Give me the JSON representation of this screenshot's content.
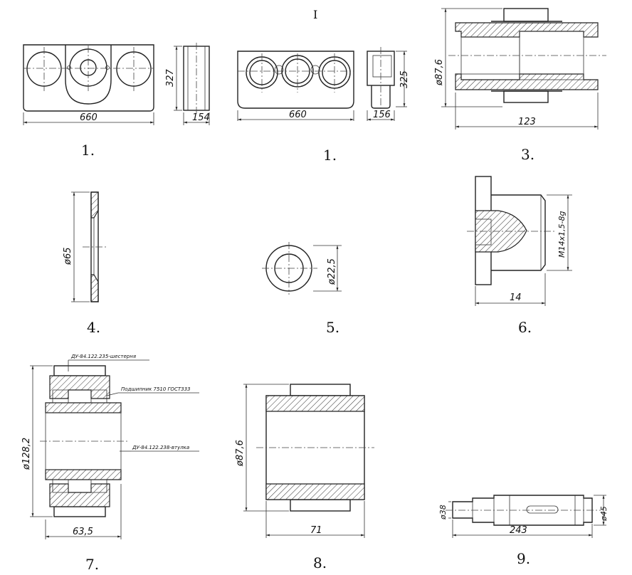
{
  "sheet_mark": "I",
  "figures": [
    {
      "caption": "1.",
      "dims": [
        "660",
        "327",
        "154"
      ]
    },
    {
      "caption": "1.",
      "dims": [
        "660",
        "325",
        "156"
      ]
    },
    {
      "caption": "3.",
      "dims": [
        "ø87,6",
        "123"
      ]
    },
    {
      "caption": "4.",
      "dims": [
        "ø65"
      ]
    },
    {
      "caption": "5.",
      "dims": [
        "ø22,5"
      ]
    },
    {
      "caption": "6.",
      "dims": [
        "M14x1,5-8g",
        "14"
      ]
    },
    {
      "caption": "7.",
      "dims": [
        "ø128,2",
        "63,5"
      ],
      "callouts": [
        "ДУ-84.122.235-шестерня",
        "Подшипник 7510 ГОСТ333",
        "ДУ-84.122.238-втулка"
      ]
    },
    {
      "caption": "8.",
      "dims": [
        "ø87,6",
        "71"
      ]
    },
    {
      "caption": "9.",
      "dims": [
        "ø38",
        "ø45",
        "243"
      ]
    }
  ]
}
